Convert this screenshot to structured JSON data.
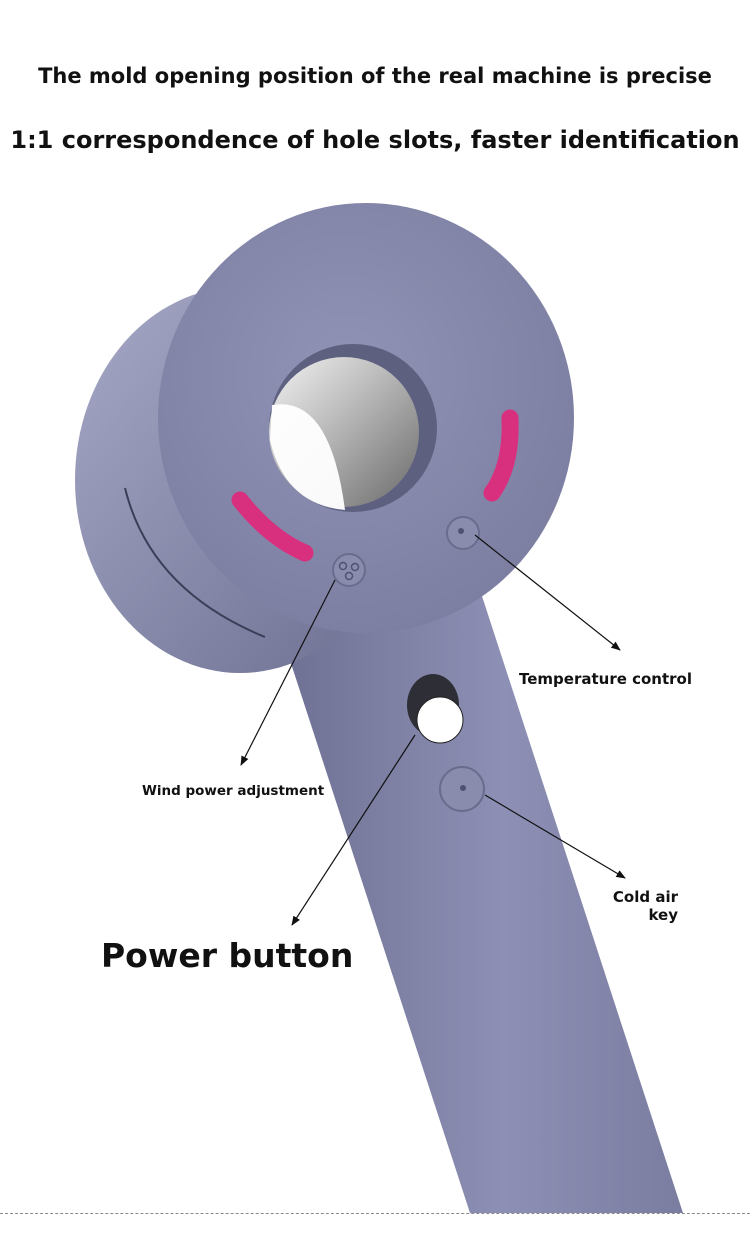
{
  "headlines": {
    "line1": "The mold opening position of the real machine is precise",
    "line2": "1:1 correspondence of hole slots, faster identification"
  },
  "callouts": {
    "temperature": "Temperature control",
    "wind": "Wind power adjustment",
    "cold_air": "Cold air key",
    "power": "Power button"
  },
  "colors": {
    "silicone": "#8a8cae",
    "accent_slot": "#d8307f",
    "background": "#ffffff"
  },
  "icons": [
    "fan-icon",
    "temperature-dot-icon",
    "cold-air-dot-icon"
  ]
}
